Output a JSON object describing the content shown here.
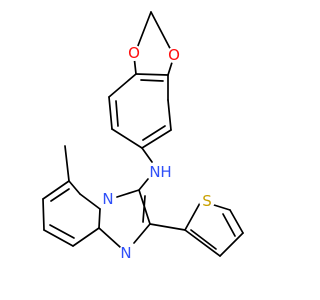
{
  "molecule": {
    "atoms": {
      "o1": {
        "label": "O",
        "color": "#ff0d0d"
      },
      "o2": {
        "label": "O",
        "color": "#ff0d0d"
      },
      "n_amine": {
        "label": "N",
        "color": "#3050f8"
      },
      "h_amine": {
        "label": "H",
        "color": "#3050f8"
      },
      "n_bridge": {
        "label": "N",
        "color": "#3050f8"
      },
      "n_ring": {
        "label": "N",
        "color": "#3050f8"
      },
      "s_thio": {
        "label": "S",
        "color": "#c8a000"
      }
    },
    "bond_color": "#000000"
  }
}
